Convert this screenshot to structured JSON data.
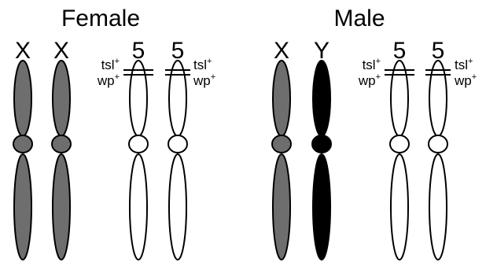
{
  "panels": {
    "female": {
      "title": "Female",
      "chromosomes": [
        {
          "label": "X",
          "color": "#6e6e6e"
        },
        {
          "label": "X",
          "color": "#6e6e6e"
        },
        {
          "label": "5",
          "color": "#ffffff"
        },
        {
          "label": "5",
          "color": "#ffffff"
        }
      ],
      "genes": {
        "left": {
          "tsl": "tsl",
          "tsl_sup": "+",
          "wp": "wp",
          "wp_sup": "+"
        },
        "right": {
          "tsl": "tsl",
          "tsl_sup": "+",
          "wp": "wp",
          "wp_sup": "+"
        }
      }
    },
    "male": {
      "title": "Male",
      "chromosomes": [
        {
          "label": "X",
          "color": "#6e6e6e"
        },
        {
          "label": "Y",
          "color": "#000000"
        },
        {
          "label": "5",
          "color": "#ffffff"
        },
        {
          "label": "5",
          "color": "#ffffff"
        }
      ],
      "genes": {
        "left": {
          "tsl": "tsl",
          "tsl_sup": "+",
          "wp": "wp",
          "wp_sup": "+"
        },
        "right": {
          "tsl": "tsl",
          "tsl_sup": "+",
          "wp": "wp",
          "wp_sup": "+"
        }
      }
    }
  }
}
